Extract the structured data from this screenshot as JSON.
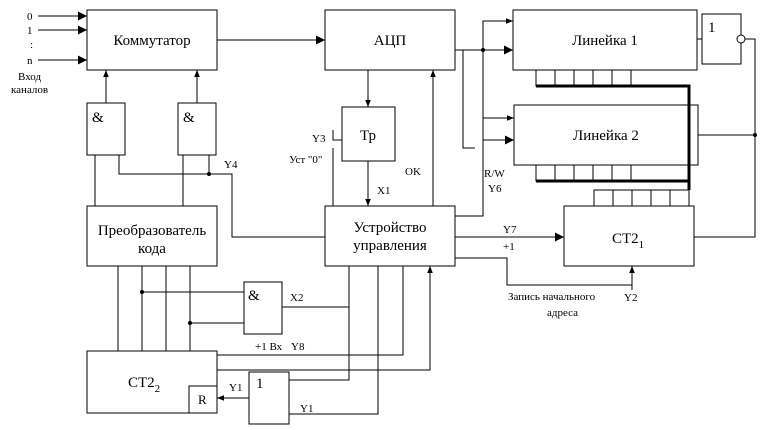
{
  "blocks": {
    "kommutator": "Коммутатор",
    "adc": "АЦП",
    "lineika1": "Линейка 1",
    "lineika2": "Линейка 2",
    "not_gate": "1",
    "and1": "&",
    "and2": "&",
    "and3": "&",
    "trigger": "Тр",
    "preobr_line1": "Преобразователь",
    "preobr_line2": "кода",
    "ustr_line1": "Устройство",
    "ustr_line2": "управления",
    "ct2_1_main": "СТ2",
    "ct2_1_sub": "1",
    "ct2_2_main": "СТ2",
    "ct2_2_sub": "2",
    "ct2_2_r": "R",
    "or_gate": "1"
  },
  "inputs": {
    "i0": "0",
    "i1": "1",
    "dots": ":",
    "in": "n",
    "vhod1": "Вход",
    "vhod2": "каналов"
  },
  "signals": {
    "y3": "Y3",
    "ust0": "Уст \"0\"",
    "x1": "X1",
    "ok": "OK",
    "y4": "Y4",
    "rw": "R/W",
    "y6": "Y6",
    "y7": "Y7",
    "plus1": "+1",
    "zapis1": "Запись начального",
    "zapis2": "адреса",
    "y2": "Y2",
    "x2": "X2",
    "plus1bx": "+1 Вх",
    "y8": "Y8",
    "y1a": "Y1",
    "y1b": "Y1"
  }
}
